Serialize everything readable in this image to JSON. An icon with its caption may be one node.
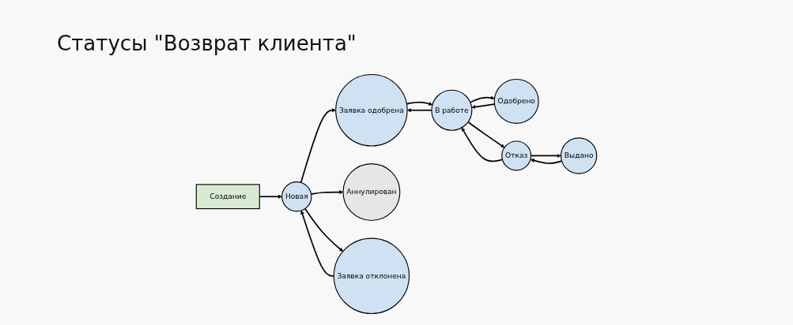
{
  "diagram": {
    "title": "Статусы \"Возврат клиента\"",
    "nodes": [
      {
        "text": [
          "Создание"
        ]
      },
      {
        "text": [
          "Новая"
        ]
      },
      {
        "text": [
          "Заявка одобрена"
        ]
      },
      {
        "text": [
          "В работе"
        ]
      },
      {
        "text": [
          "Одобрено"
        ]
      },
      {
        "text": [
          "Аннулирован"
        ]
      },
      {
        "text": [
          "Заявка отклонена"
        ]
      },
      {
        "text": [
          "Отказ"
        ]
      },
      {
        "text": [
          "Выдано"
        ]
      }
    ],
    "edges": [
      {
        "from": 0,
        "to": 1,
        "arrow": "to"
      },
      {
        "from": 1,
        "to": 2,
        "arrow": "to"
      },
      {
        "from": 1,
        "to": 5,
        "arrow": "to"
      },
      {
        "from": 1,
        "to": 6,
        "arrow": "to"
      },
      {
        "from": 6,
        "to": 1,
        "arrow": "to"
      },
      {
        "from": 3,
        "to": 2,
        "arrow": "to"
      },
      {
        "from": 2,
        "to": 3,
        "arrow": "to"
      },
      {
        "from": 4,
        "to": 3,
        "arrow": "to"
      },
      {
        "from": 3,
        "to": 4,
        "arrow": "to"
      },
      {
        "from": 7,
        "to": 3,
        "arrow": "to"
      },
      {
        "from": 3,
        "to": 7,
        "arrow": "to"
      },
      {
        "from": 8,
        "to": 7,
        "arrow": "to"
      },
      {
        "from": 7,
        "to": 8,
        "arrow": "to"
      }
    ]
  }
}
